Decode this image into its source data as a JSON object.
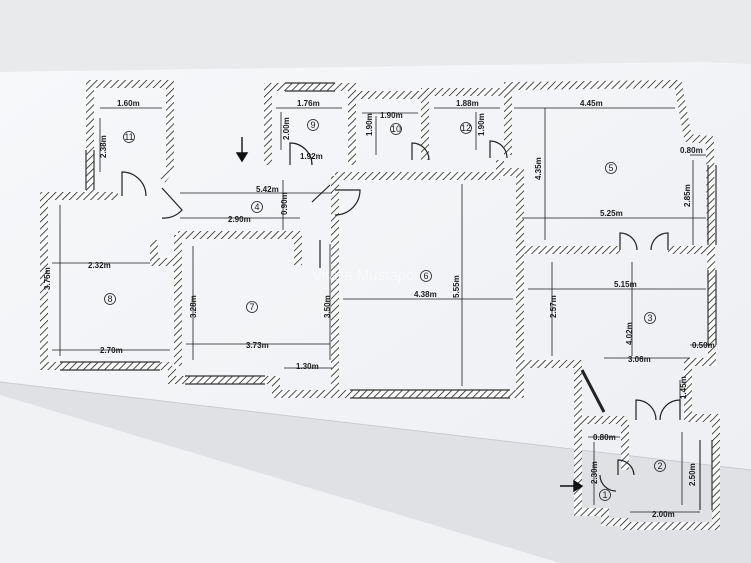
{
  "watermark": "Vitalia Mustapoi",
  "rooms": [
    {
      "number": "1"
    },
    {
      "number": "2"
    },
    {
      "number": "3"
    },
    {
      "number": "4"
    },
    {
      "number": "5"
    },
    {
      "number": "6"
    },
    {
      "number": "7"
    },
    {
      "number": "8"
    },
    {
      "number": "9"
    },
    {
      "number": "10"
    },
    {
      "number": "11"
    },
    {
      "number": "12"
    }
  ],
  "dimensions": {
    "r11_w": "1.60m",
    "r11_h": "2.38m",
    "r9_w": "1.76m",
    "r9_h": "2.00m",
    "r9_door": "1.92m",
    "r10_w": "1.90m",
    "r10_h": "1.90m",
    "r12_w": "1.88m",
    "r12_h": "1.90m",
    "r5_top": "4.45m",
    "r5_h": "4.35m",
    "r5_w": "5.25m",
    "r5_right": "0.80m",
    "r5_right_h": "2.85m",
    "r4_w": "5.42m",
    "r4_h": "0.90m",
    "r4_w2": "2.90m",
    "r8_w": "2.32m",
    "r8_h": "3.75m",
    "r8_bottom": "2.70m",
    "r7_w": "3.73m",
    "r7_h": "3.28m",
    "r7_h2": "3.50m",
    "r7_bottom": "1.30m",
    "r6_w": "4.38m",
    "r6_h": "5.55m",
    "r3_w": "5.15m",
    "r3_left": "2.57m",
    "r3_h": "4.02m",
    "r3_w2": "3.06m",
    "r3_right": "0.50m",
    "r1_w": "0.80m",
    "r1_h": "2.30m",
    "r2_h": "1.45m",
    "r2_h2": "2.50m",
    "r2_w": "2.00m"
  },
  "colors": {
    "paper": "#f5f6f8",
    "wall": "#2a2a2a",
    "background": "#e9eaec"
  }
}
